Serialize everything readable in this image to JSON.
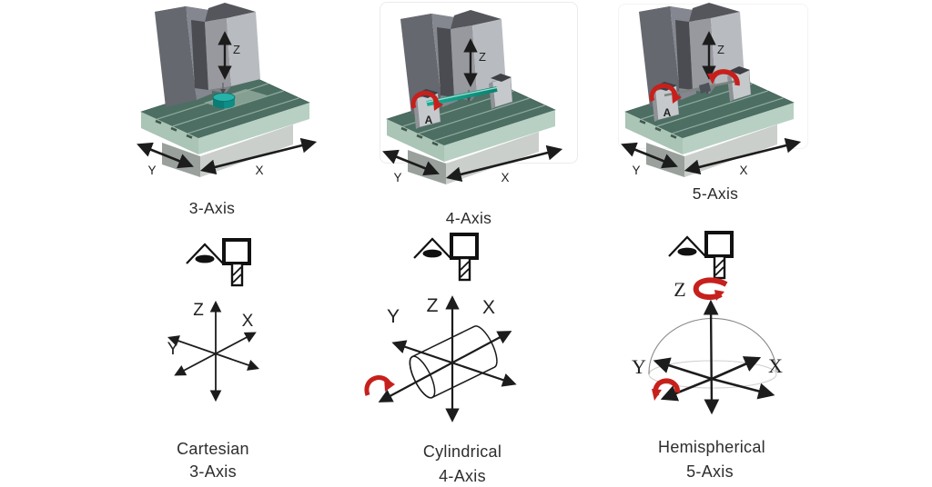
{
  "page": {
    "title": "3-Axis vs 4-Axis vs 5-Axis machining axes"
  },
  "colors": {
    "accent_red": "#c7201c",
    "ink": "#1c1c1c",
    "table_green": "#4d6e63",
    "table_edge_green": "#b7d0c3",
    "machine_gray": "#b8bbc0",
    "workpiece_teal": "#12968e"
  },
  "icons": {
    "eye": "eye-icon",
    "tool": "spindle-tool-icon"
  },
  "columns": [
    {
      "machine": {
        "label": "3-Axis",
        "axis_x": "X",
        "axis_y": "Y",
        "axis_z": "Z"
      },
      "diagram": {
        "axis_x": "X",
        "axis_y": "Y",
        "axis_z": "Z",
        "caption_line1": "Cartesian",
        "caption_line2": "3-Axis"
      }
    },
    {
      "machine": {
        "label": "4-Axis",
        "axis_x": "X",
        "axis_y": "Y",
        "axis_z": "Z",
        "rotary_label": "A"
      },
      "diagram": {
        "axis_x": "X",
        "axis_y": "Y",
        "axis_z": "Z",
        "caption_line1": "Cylindrical",
        "caption_line2": "4-Axis"
      }
    },
    {
      "machine": {
        "label": "5-Axis",
        "axis_x": "X",
        "axis_y": "Y",
        "axis_z": "Z",
        "rotary_label": "A"
      },
      "diagram": {
        "axis_x": "X",
        "axis_y": "Y",
        "axis_z": "Z",
        "caption_line1": "Hemispherical",
        "caption_line2": "5-Axis"
      }
    }
  ]
}
